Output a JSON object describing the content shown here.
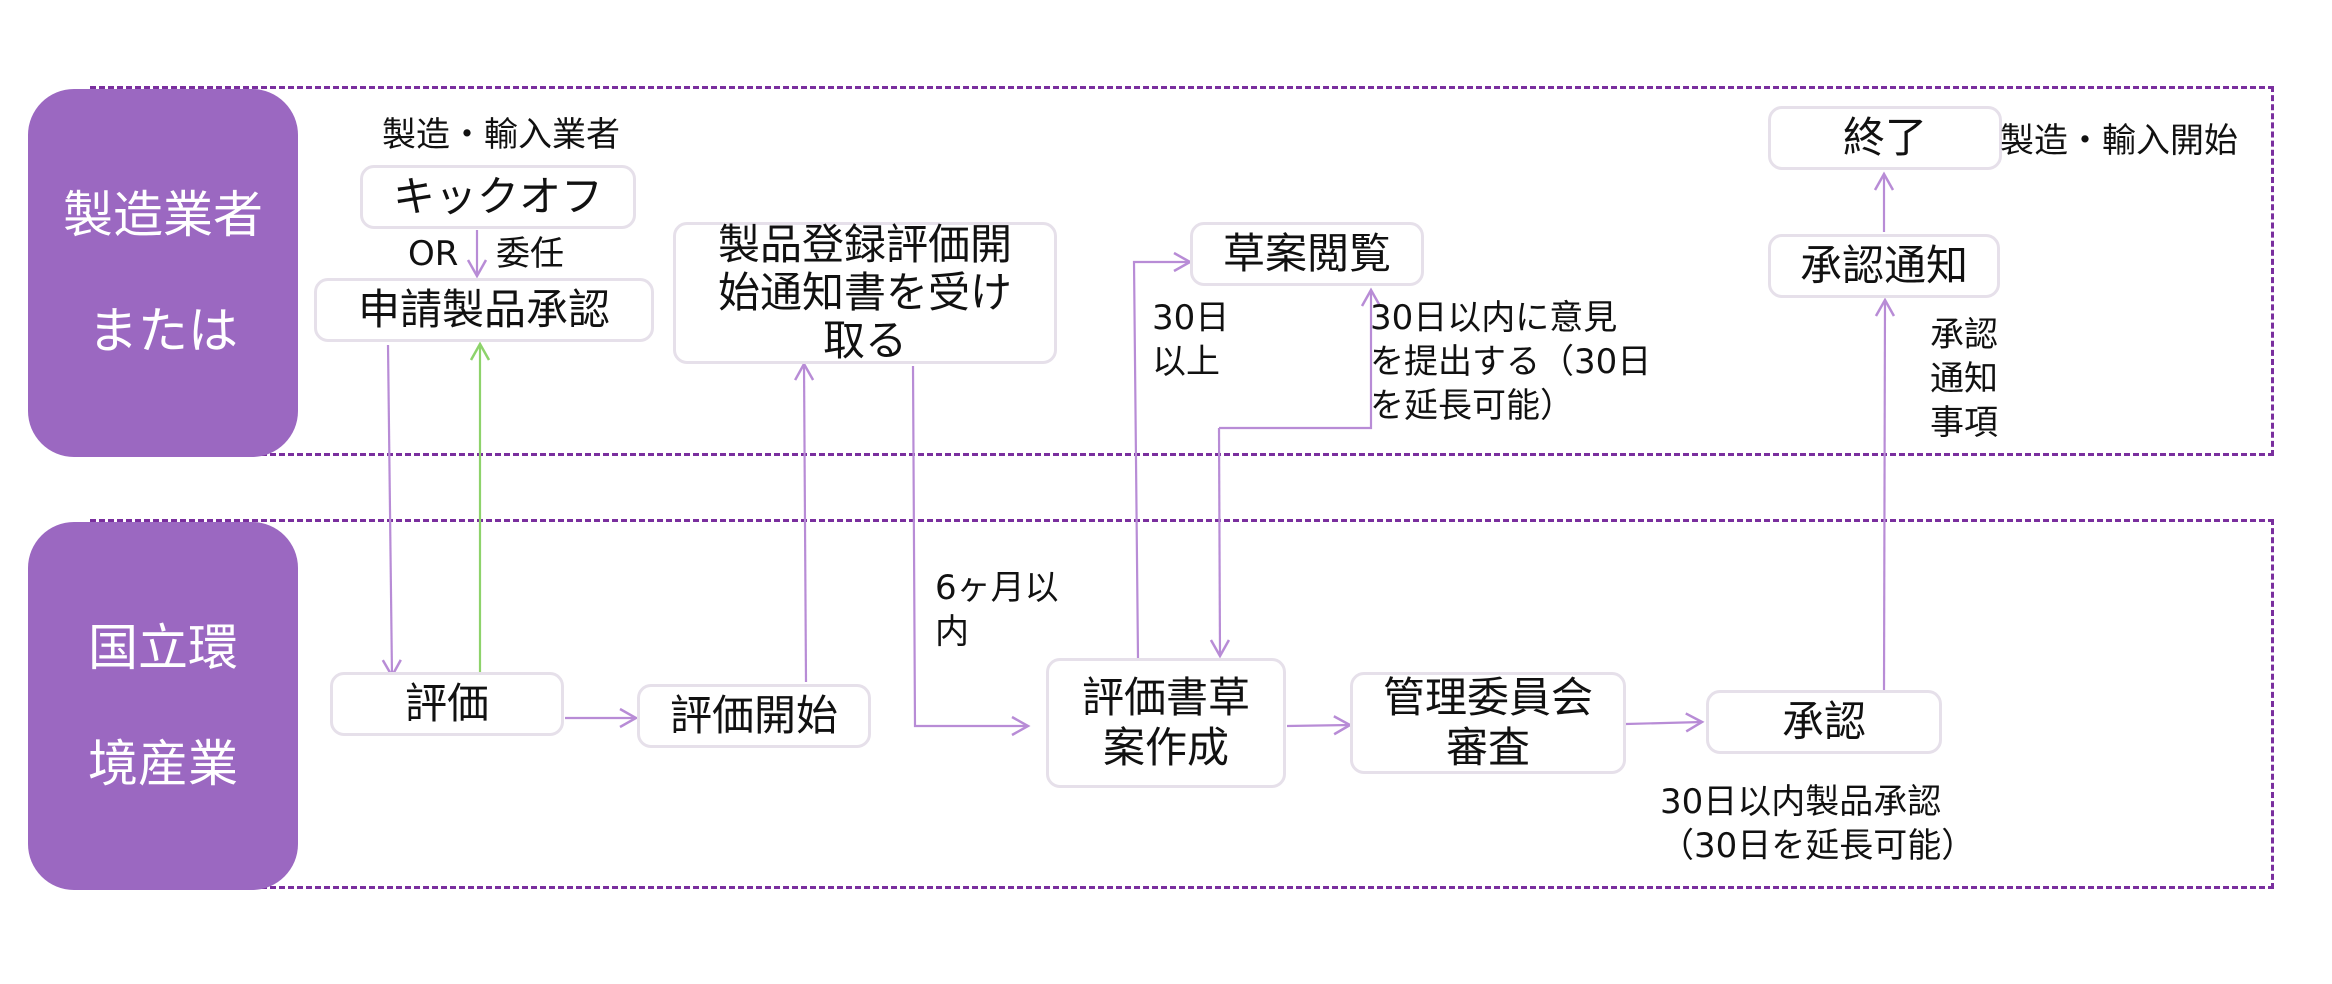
{
  "lanes": {
    "manufacturer": [
      "製造業者",
      "または"
    ],
    "institute": [
      "国立環",
      "境産業"
    ]
  },
  "nodes": {
    "kickoff": "キックオフ",
    "apply_approval": "申請製品承認",
    "receive_notice": "製品登録評価開始通知書を受け取る",
    "draft_review": "草案閲覧",
    "approval_notice": "承認通知",
    "end": "終了",
    "evaluation": "評価",
    "evaluation_start": "評価開始",
    "draft_report": "評価書草案作成",
    "committee_review": "管理委員会審査",
    "approval": "承認"
  },
  "notes": {
    "manufacturer_importer": "製造・輸入業者",
    "or_label": "OR",
    "delegate_label": "委任",
    "start_manufacture": "製造・輸入開始",
    "thirty_days_or_more": "30日\n以上",
    "submit_opinion": "30日以内に意見\nを提出する（30日\nを延長可能）",
    "approval_notice_items": "承認\n通知\n事項",
    "six_months": "6ヶ月以\n内",
    "approval_within_30": "30日以内製品承認\n（30日を延長可能）"
  },
  "colors": {
    "lane_fill": "#9b68c1",
    "lane_border": "#7a2f9e",
    "arrow_purple": "#b88cd6",
    "arrow_green": "#8dd36b"
  }
}
